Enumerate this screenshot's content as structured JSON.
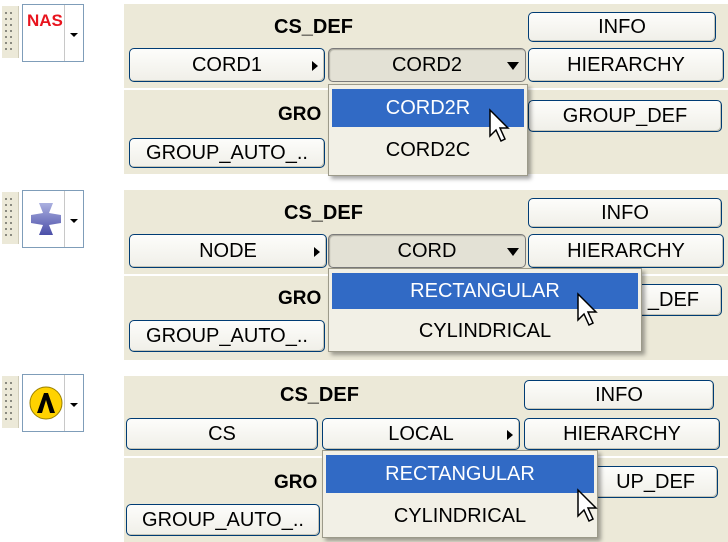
{
  "colors": {
    "panel_bg": "#ece9d8",
    "highlight": "#316ac5",
    "border": "#003c74"
  },
  "rows": [
    {
      "solver_icon": "nastran-icon",
      "solver_text": "NAS",
      "panel_title": "CS_DEF",
      "info_label": "INFO",
      "hierarchy_label": "HIERARCHY",
      "type_button": "CORD1",
      "subtype_button": "CORD2",
      "group_label": "GRO",
      "group_def_label": "GROUP_DEF",
      "group_auto_label": "GROUP_AUTO_..",
      "menu_items": [
        "CORD2R",
        "CORD2C"
      ],
      "highlighted": "CORD2R"
    },
    {
      "solver_icon": "abaqus-icon",
      "panel_title": "CS_DEF",
      "info_label": "INFO",
      "hierarchy_label": "HIERARCHY",
      "type_button": "NODE",
      "subtype_button": "CORD",
      "group_label": "GRO",
      "group_def_label": "_DEF",
      "group_auto_label": "GROUP_AUTO_..",
      "menu_items": [
        "RECTANGULAR",
        "CYLINDRICAL"
      ],
      "highlighted": "RECTANGULAR"
    },
    {
      "solver_icon": "ansys-icon",
      "panel_title": "CS_DEF",
      "info_label": "INFO",
      "hierarchy_label": "HIERARCHY",
      "type_button": "CS",
      "subtype_button": "LOCAL",
      "group_label": "GRO",
      "group_def_label": "UP_DEF",
      "group_auto_label": "GROUP_AUTO_..",
      "menu_items": [
        "RECTANGULAR",
        "CYLINDRICAL"
      ],
      "highlighted": "RECTANGULAR"
    }
  ]
}
